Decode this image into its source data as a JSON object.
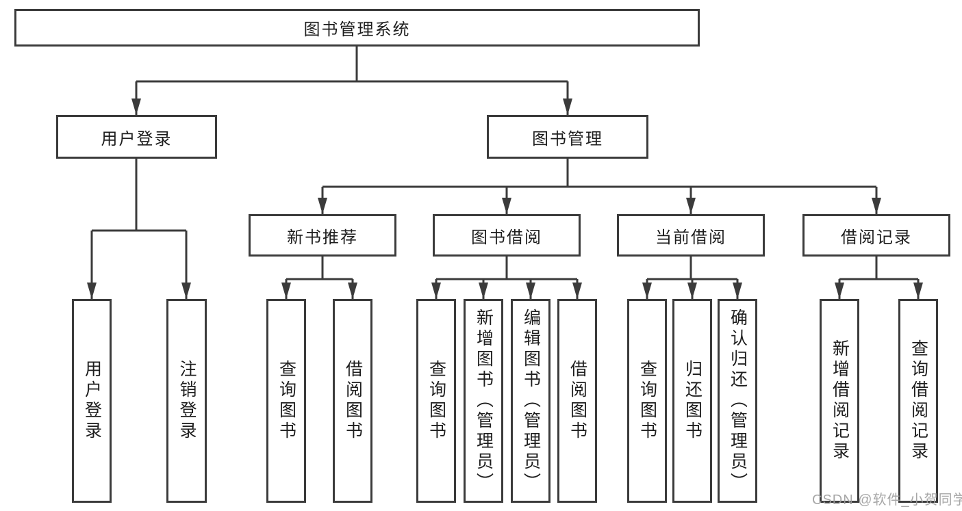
{
  "diagram": {
    "title": "图书管理系统",
    "branches": [
      {
        "label": "用户登录",
        "children": [
          {
            "label": "用户登录"
          },
          {
            "label": "注销登录"
          }
        ]
      },
      {
        "label": "图书管理",
        "sections": [
          {
            "label": "新书推荐",
            "children": [
              {
                "label": "查询图书"
              },
              {
                "label": "借阅图书"
              }
            ]
          },
          {
            "label": "图书借阅",
            "children": [
              {
                "label": "查询图书"
              },
              {
                "label": "新增图书（管理员）"
              },
              {
                "label": "编辑图书（管理员）"
              },
              {
                "label": "借阅图书"
              }
            ]
          },
          {
            "label": "当前借阅",
            "children": [
              {
                "label": "查询图书"
              },
              {
                "label": "归还图书"
              },
              {
                "label": "确认归还（管理员）"
              }
            ]
          },
          {
            "label": "借阅记录",
            "children": [
              {
                "label": "新增借阅记录"
              },
              {
                "label": "查询借阅记录"
              }
            ]
          }
        ]
      }
    ]
  },
  "watermark": {
    "text": "CSDN @软件_小贺同学"
  },
  "colors": {
    "line": "#3b3b3b",
    "text": "#1e1e1e",
    "watermark": "#9e9e9e",
    "background": "#ffffff"
  }
}
